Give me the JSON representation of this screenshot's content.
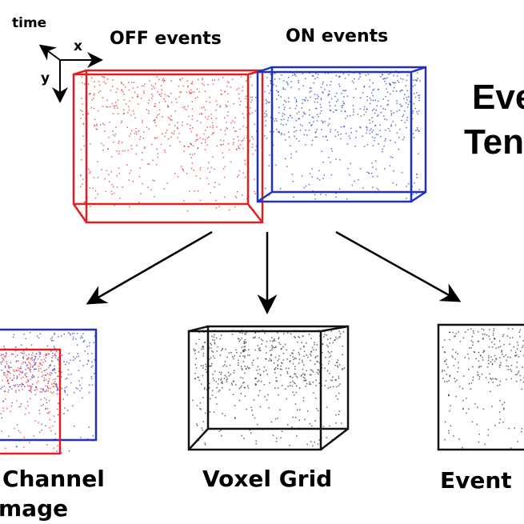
{
  "axes": {
    "time": "time",
    "x": "x",
    "y": "y"
  },
  "top": {
    "off_label": "OFF events",
    "on_label": "ON events"
  },
  "title": {
    "line1": "Eve",
    "line2": "Ten"
  },
  "representations": {
    "two_channel_line1": "Channel",
    "two_channel_line2": "mage",
    "voxel_grid": "Voxel Grid",
    "event_frame": "Event"
  },
  "colors": {
    "off": "#e02020",
    "on": "#2030c0",
    "neutral": "#222222"
  }
}
